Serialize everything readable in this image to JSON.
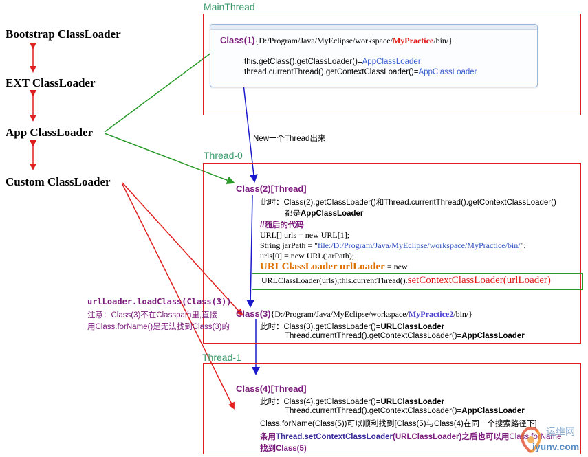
{
  "loaders": {
    "bootstrap": "Bootstrap ClassLoader",
    "ext": "EXT ClassLoader",
    "app": "App ClassLoader",
    "custom": "Custom ClassLoader"
  },
  "main_thread": {
    "label": "MainThread",
    "class_name": "Class(1)",
    "path_pre": "{D:/Program/Java/MyEclipse/workspace/",
    "path_hl": "MyPractice",
    "path_post": "/bin/",
    "path_end": "}",
    "line1_pre": "this.getClass().getClassLoader()=",
    "line1_val": "AppClassLoader",
    "line2_pre": "thread.currentThread().getContextClassLoader()=",
    "line2_val": "AppClassLoader"
  },
  "new_thread_note": "New一个Thread出来",
  "thread0": {
    "label": "Thread-0",
    "class2": "Class(2)[Thread]",
    "l1": "此时：Class(2).getClassLoader()和Thread.currentThread().getContextClassLoader()",
    "l2_pre": "都是",
    "l2_val": "AppClassLoader",
    "comment": "//随后的代码",
    "c1": "URL[] urls = new URL[1];",
    "c2_pre": "String jarPath = \"",
    "c2_link": "file:/D:/Program/Java/MyEclipse/workspace/MyPractice/bin/",
    "c2_post": "\";",
    "c3": "urls[0] = new URL(jarPath);",
    "c4_hl": "URLClassLoader urlLoader",
    "c4_post": " = new",
    "c5_pre": "URLClassLoader(urls);this.currentThread().",
    "c5_hl": "setContextClassLoader(urlLoader)",
    "class3": "Class(3)",
    "c3path_pre": "{D:/Program/Java/MyEclipse/workspace/",
    "c3path_hl": "MyPractice2",
    "c3path_post": "/bin/",
    "c3path_end": "}",
    "c3l1_pre": "此时：Class(3).getClassLoader()=",
    "c3l1_val": "URLClassLoader",
    "c3l2_pre": "Thread.currentThread().getContextClassLoader()=",
    "c3l2_val": "AppClassLoader"
  },
  "side_note": {
    "code": "urlLoader.loadClass(Class(3))",
    "n1": "注意：Class(3)不在Classpath里,直接",
    "n2": "用Class.forName()是无法找到Class(3)的"
  },
  "thread1": {
    "label": "Thread-1",
    "class4": "Class(4)[Thread]",
    "l1_pre": "此时：Class(4).getClassLoader()=",
    "l1_val": "URLClassLoader",
    "l2_pre": "Thread.currentThread().getContextClassLoader()=",
    "l2_val": "AppClassLoader",
    "l3": "Class.forName(Class(5))可以顺利找到[Class(5)与Class(4)在同一个搜索路径下]",
    "l4_pre": "条用",
    "l4_hl": "Thread.setContextClassLoader",
    "l4_mid": "(URLClassLoader)",
    "l4_post": "之后也可以用",
    "l4_end": "Class.forName",
    "l5_pre": "找到",
    "l5_val": "Class(5)"
  },
  "watermark": {
    "top": "运维网",
    "bottom": "iyunv.com"
  },
  "colors": {
    "red": "#e02020",
    "green": "#2a9a2a",
    "blue": "#1a1acc",
    "purple": "#7a1a7a",
    "label_green": "#3a9a6a"
  }
}
